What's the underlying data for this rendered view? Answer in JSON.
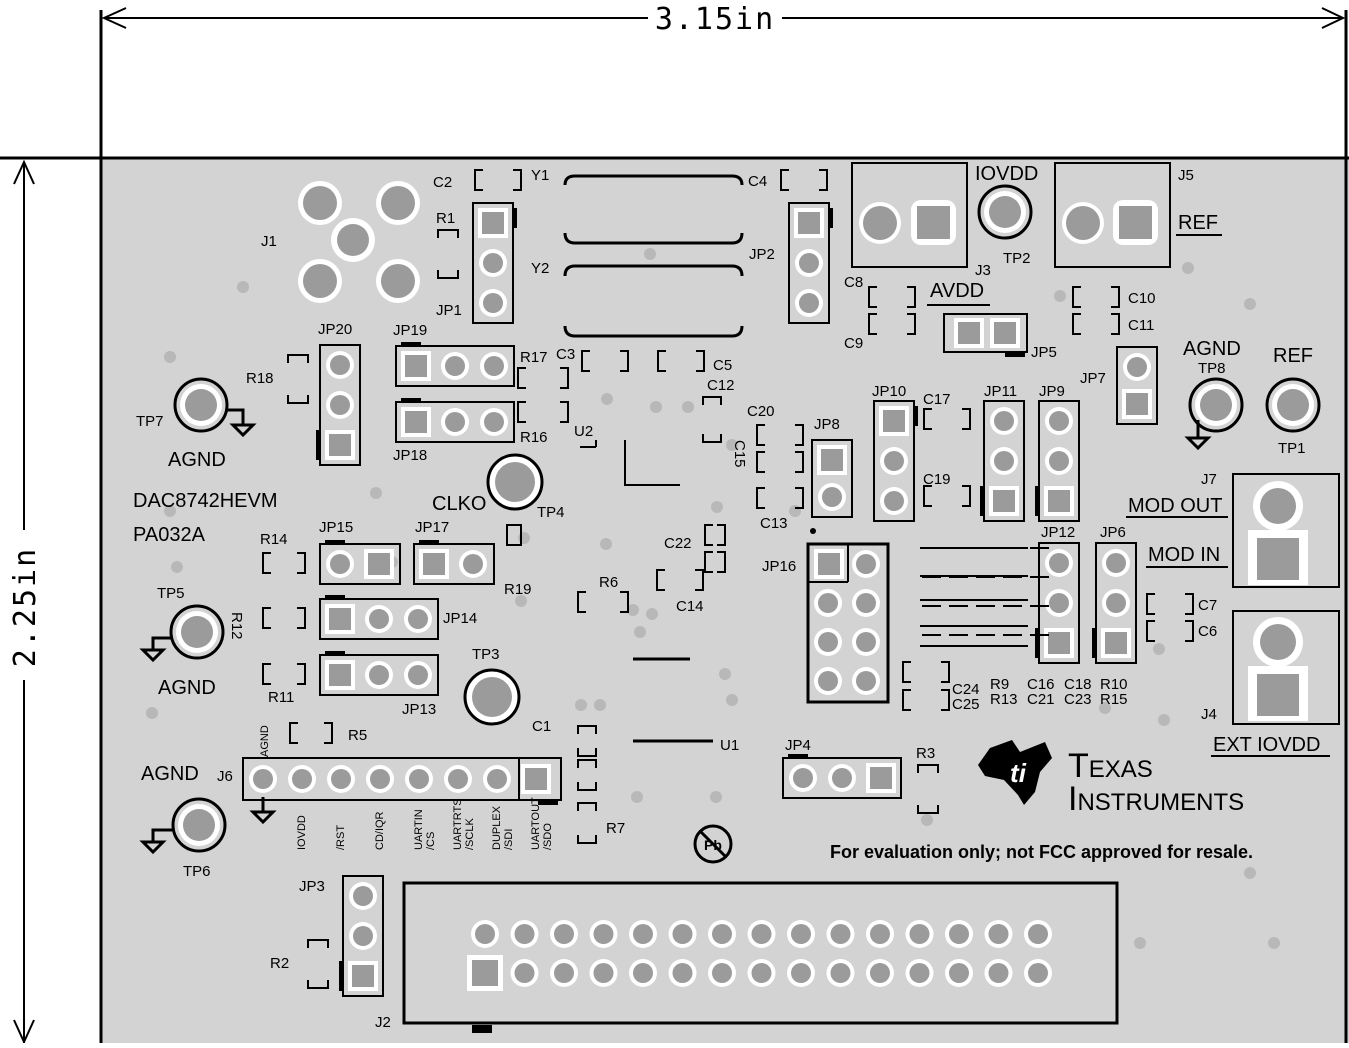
{
  "dimensions": {
    "width": "3.15in",
    "height": "2.25in"
  },
  "board": {
    "name": "DAC8742HEVM",
    "rev": "PA032A",
    "notice": "For evaluation only; not FCC approved for resale.",
    "logo_line1": "Texas",
    "logo_line2": "Instruments"
  },
  "labels": {
    "J1": "J1",
    "J2": "J2",
    "J3": "J3",
    "J4": "J4",
    "J5": "J5",
    "J6": "J6",
    "J7": "J7",
    "JP1": "JP1",
    "JP2": "JP2",
    "JP3": "JP3",
    "JP4": "JP4",
    "JP5": "JP5",
    "JP6": "JP6",
    "JP7": "JP7",
    "JP8": "JP8",
    "JP9": "JP9",
    "JP10": "JP10",
    "JP11": "JP11",
    "JP12": "JP12",
    "JP13": "JP13",
    "JP14": "JP14",
    "JP15": "JP15",
    "JP16": "JP16",
    "JP17": "JP17",
    "JP18": "JP18",
    "JP19": "JP19",
    "JP20": "JP20",
    "TP1": "TP1",
    "TP2": "TP2",
    "TP3": "TP3",
    "TP4": "TP4",
    "TP5": "TP5",
    "TP6": "TP6",
    "TP7": "TP7",
    "TP8": "TP8",
    "U1": "U1",
    "U2": "U2",
    "Y1": "Y1",
    "Y2": "Y2",
    "C1": "C1",
    "C2": "C2",
    "C3": "C3",
    "C4": "C4",
    "C5": "C5",
    "C6": "C6",
    "C7": "C7",
    "C8": "C8",
    "C9": "C9",
    "C10": "C10",
    "C11": "C11",
    "C12": "C12",
    "C13": "C13",
    "C14": "C14",
    "C15": "C15",
    "C17": "C17",
    "C19": "C19",
    "C20": "C20",
    "C22": "C22",
    "C24": "C24",
    "C25": "C25",
    "C16": "C16",
    "C21": "C21",
    "C18": "C18",
    "C23": "C23",
    "R1": "R1",
    "R2": "R2",
    "R3": "R3",
    "R5": "R5",
    "R6": "R6",
    "R7": "R7",
    "R9": "R9",
    "R10": "R10",
    "R11": "R11",
    "R12": "R12",
    "R13": "R13",
    "R14": "R14",
    "R15": "R15",
    "R16": "R16",
    "R17": "R17",
    "R18": "R18",
    "R19": "R19"
  },
  "net_labels": {
    "iovdd": "IOVDD",
    "ref_j5": "REF",
    "avdd": "AVDD",
    "agnd_tp8": "AGND",
    "ref_tp1": "REF",
    "mod_out": "MOD OUT",
    "mod_in": "MOD IN",
    "ext_iovdd": "EXT IOVDD",
    "clko": "CLKO",
    "agnd_tp7": "AGND",
    "agnd_tp5": "AGND",
    "agnd_tp6": "AGND"
  },
  "j6_pins": [
    "AGND",
    "IOVDD",
    "/RST",
    "CD/IQR",
    "UARTIN /CS",
    "UARTRTS /SCLK",
    "DUPLEX /SDI",
    "UARTOUT /SDO"
  ],
  "pb_free_mark": "Pb",
  "colors": {
    "board": "#d3d3d3",
    "silk": "#000000",
    "pad": "#9b9b9b",
    "pad_ring": "#ffffff",
    "via": "#b8b8b8"
  }
}
